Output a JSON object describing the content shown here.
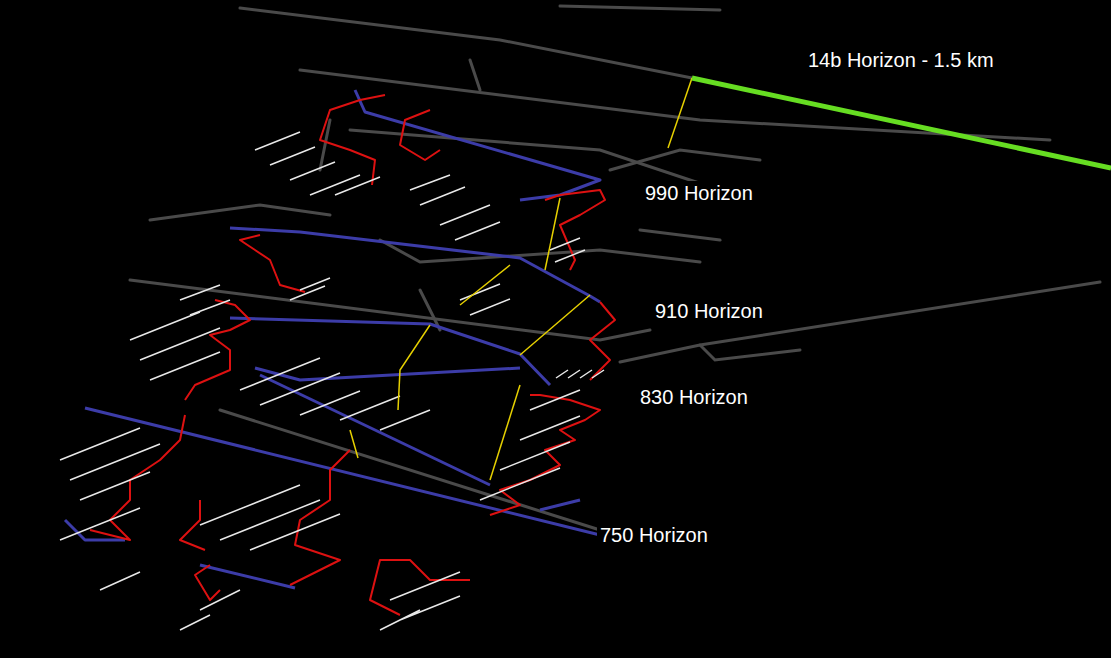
{
  "diagram": {
    "labels": [
      "14b Horizon - 1.5 km",
      "990 Horizon",
      "910 Horizon",
      "830 Horizon",
      "750 Horizon"
    ]
  }
}
